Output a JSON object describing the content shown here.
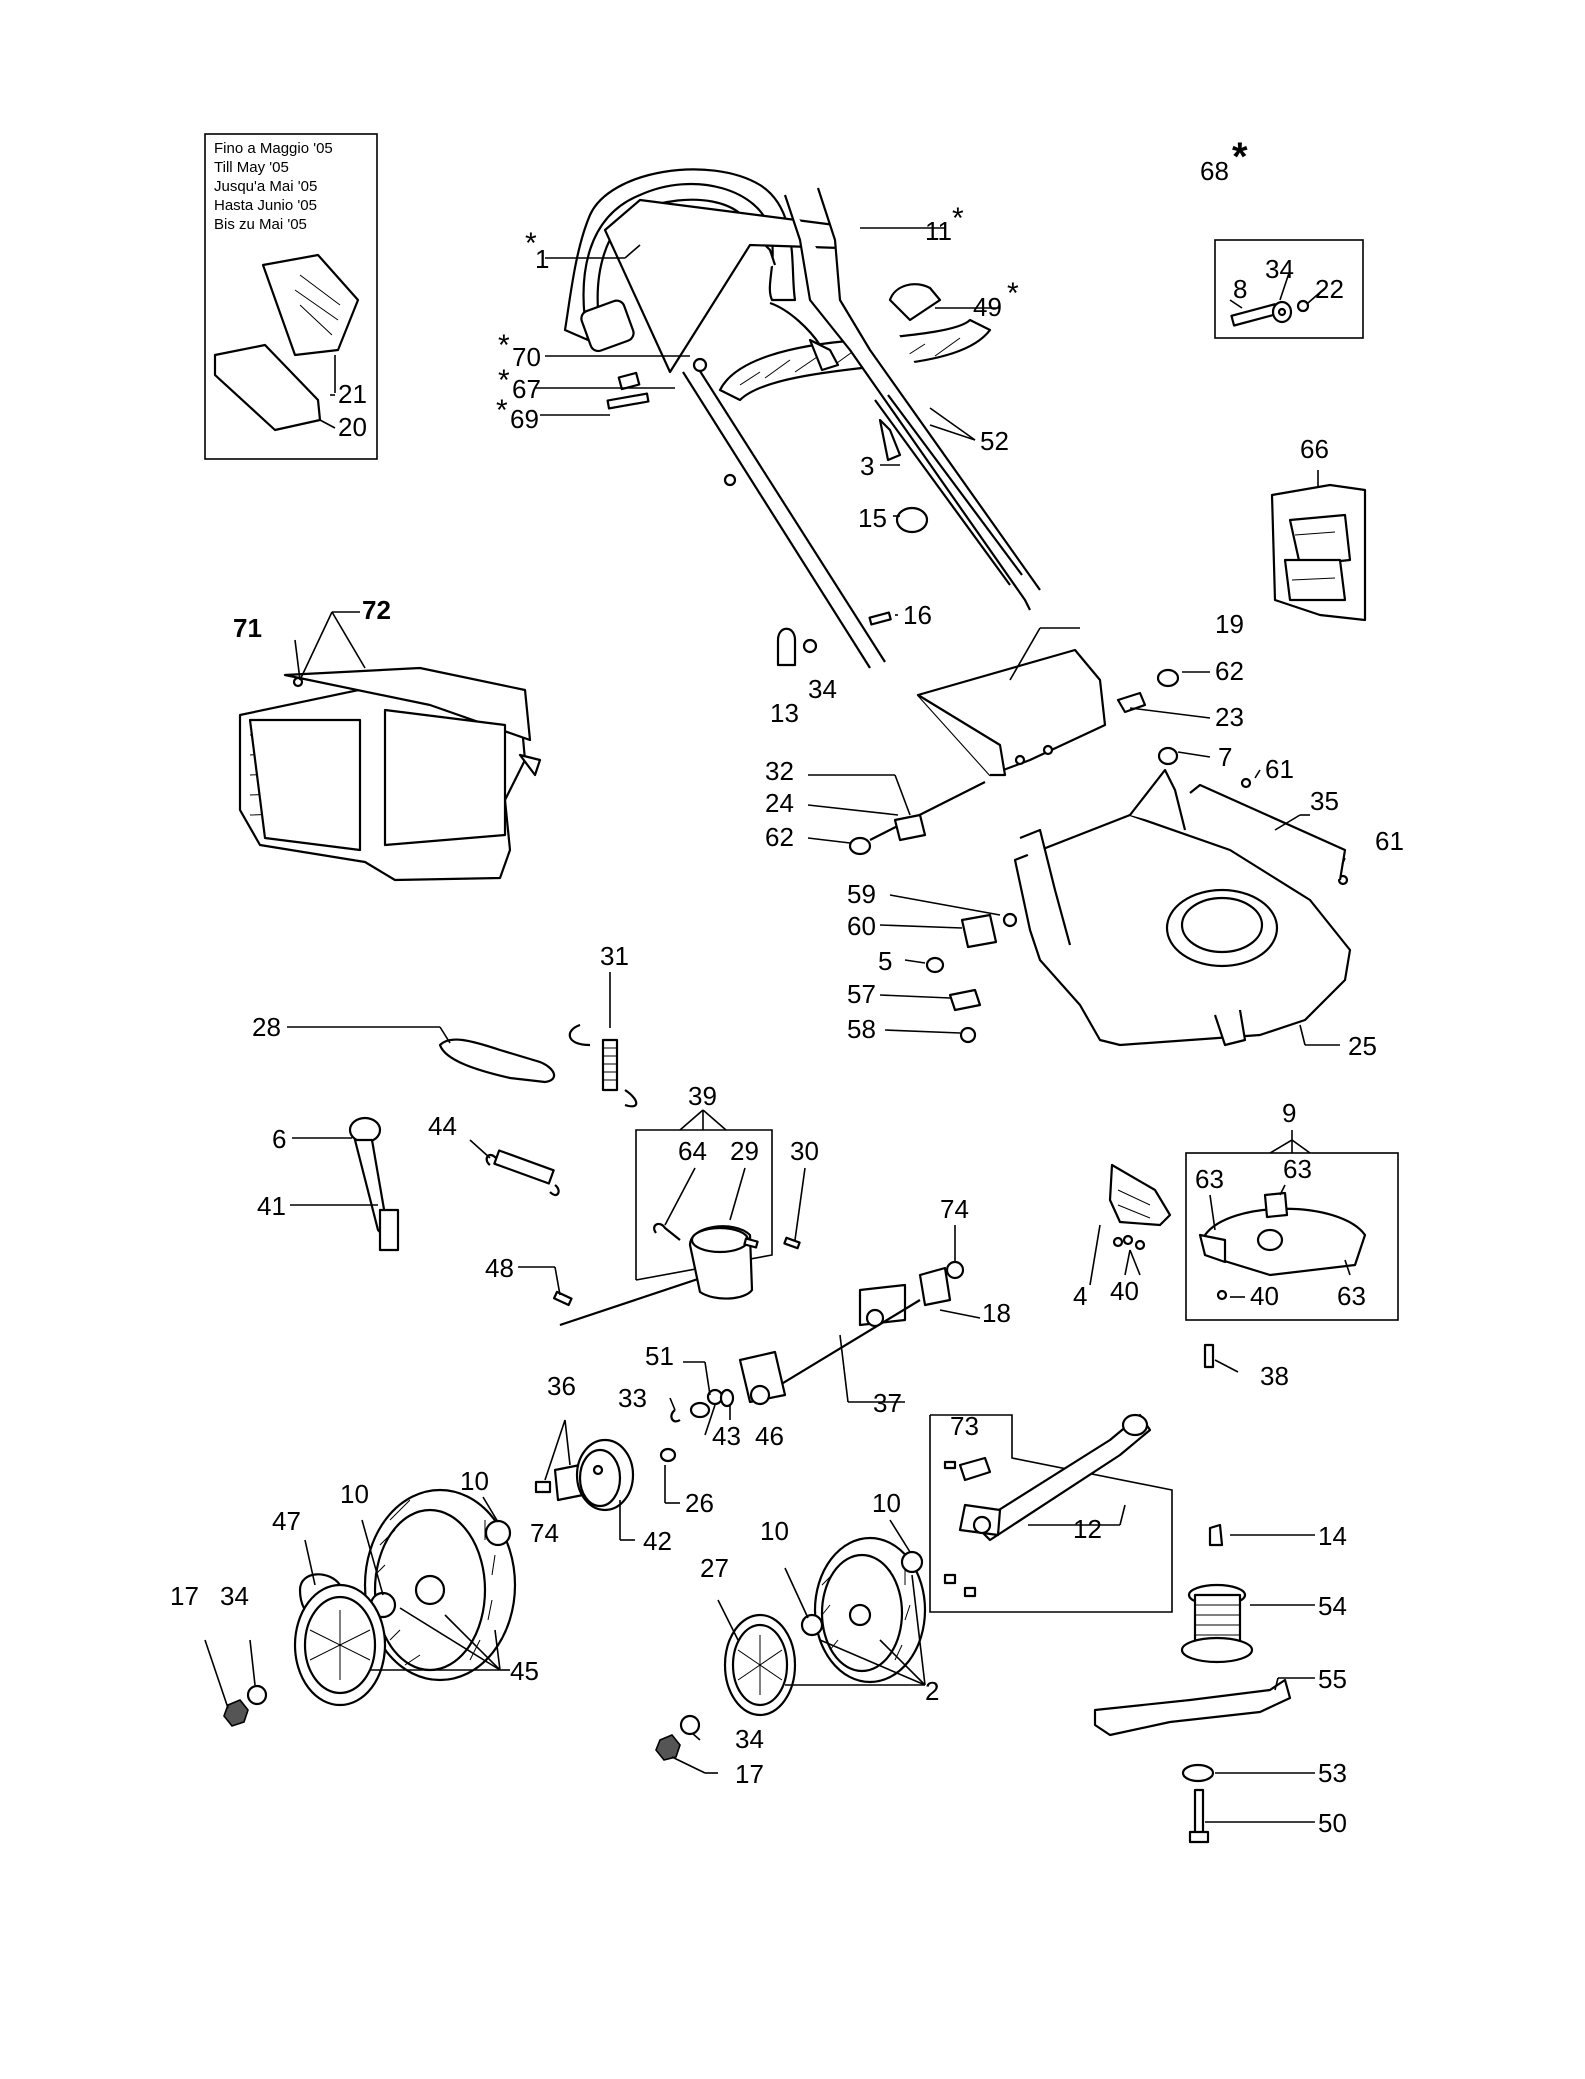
{
  "note_box": {
    "lines": [
      "Fino a Maggio '05",
      "Till May '05",
      "Jusqu'a Mai '05",
      "Hasta Junio '05",
      "Bis zu Mai '05"
    ]
  },
  "star_symbol": "*",
  "callouts": [
    {
      "text": "68"
    },
    {
      "text": "1"
    },
    {
      "text": "11"
    },
    {
      "text": "49"
    },
    {
      "text": "70"
    },
    {
      "text": "67"
    },
    {
      "text": "69"
    },
    {
      "text": "52"
    },
    {
      "text": "3"
    },
    {
      "text": "15"
    },
    {
      "text": "16"
    },
    {
      "text": "13"
    },
    {
      "text": "34"
    },
    {
      "text": "19"
    },
    {
      "text": "62"
    },
    {
      "text": "23"
    },
    {
      "text": "7"
    },
    {
      "text": "61"
    },
    {
      "text": "35"
    },
    {
      "text": "61"
    },
    {
      "text": "32"
    },
    {
      "text": "24"
    },
    {
      "text": "62"
    },
    {
      "text": "59"
    },
    {
      "text": "60"
    },
    {
      "text": "5"
    },
    {
      "text": "57"
    },
    {
      "text": "58"
    },
    {
      "text": "25"
    },
    {
      "text": "8"
    },
    {
      "text": "34"
    },
    {
      "text": "22"
    },
    {
      "text": "66"
    },
    {
      "text": "21"
    },
    {
      "text": "20"
    },
    {
      "text": "71"
    },
    {
      "text": "72"
    },
    {
      "text": "31"
    },
    {
      "text": "28"
    },
    {
      "text": "6"
    },
    {
      "text": "41"
    },
    {
      "text": "44"
    },
    {
      "text": "48"
    },
    {
      "text": "39"
    },
    {
      "text": "64"
    },
    {
      "text": "29"
    },
    {
      "text": "30"
    },
    {
      "text": "74"
    },
    {
      "text": "18"
    },
    {
      "text": "9"
    },
    {
      "text": "63"
    },
    {
      "text": "63"
    },
    {
      "text": "63"
    },
    {
      "text": "4"
    },
    {
      "text": "40"
    },
    {
      "text": "40"
    },
    {
      "text": "38"
    },
    {
      "text": "51"
    },
    {
      "text": "33"
    },
    {
      "text": "43"
    },
    {
      "text": "46"
    },
    {
      "text": "37"
    },
    {
      "text": "36"
    },
    {
      "text": "26"
    },
    {
      "text": "42"
    },
    {
      "text": "74"
    },
    {
      "text": "73"
    },
    {
      "text": "12"
    },
    {
      "text": "10"
    },
    {
      "text": "10"
    },
    {
      "text": "47"
    },
    {
      "text": "17"
    },
    {
      "text": "34"
    },
    {
      "text": "45"
    },
    {
      "text": "10"
    },
    {
      "text": "10"
    },
    {
      "text": "27"
    },
    {
      "text": "2"
    },
    {
      "text": "34"
    },
    {
      "text": "17"
    },
    {
      "text": "14"
    },
    {
      "text": "54"
    },
    {
      "text": "55"
    },
    {
      "text": "53"
    },
    {
      "text": "50"
    }
  ]
}
